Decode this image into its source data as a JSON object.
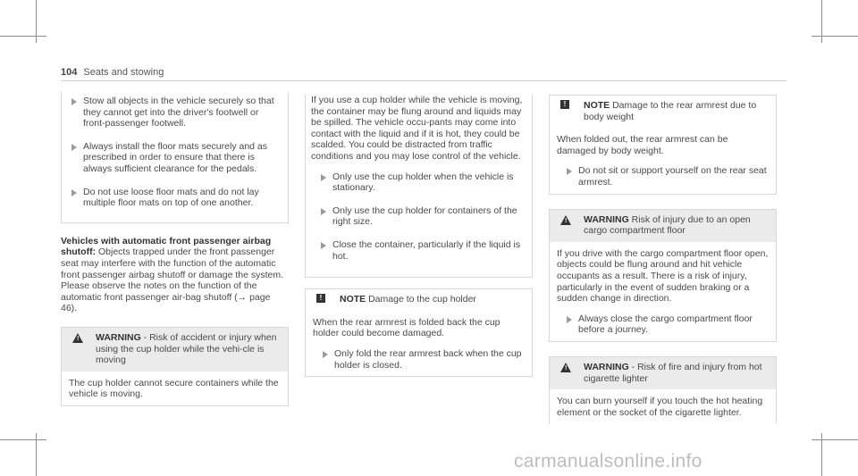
{
  "header": {
    "page_number": "104",
    "section": "Seats and stowing"
  },
  "col1": {
    "bullets": [
      "Stow all objects in the vehicle securely so that they cannot get into the driver's footwell or front-passenger footwell.",
      "Always install the floor mats securely and as prescribed in order to ensure that there is always sufficient clearance for the pedals.",
      "Do not use loose floor mats and do not lay multiple floor mats on top of one another."
    ],
    "section_title": "Vehicles with automatic front passenger airbag shutoff:",
    "section_text": "Objects trapped under the front passenger seat may interfere with the function of the automatic front passenger airbag shutoff or damage the system. Please observe the notes on the function of the automatic front passenger air-bag shutoff (→ page 46).",
    "warning": {
      "label": "WARNING",
      "title": "- Risk of accident or injury when using the cup holder while the vehi-cle is moving",
      "body": "The cup holder cannot secure containers while the vehicle is moving."
    }
  },
  "col2": {
    "intro": "If you use a cup holder while the vehicle is moving, the container may be flung around and liquids may be spilled. The vehicle occu-pants may come into contact with the liquid and if it is hot, they could be scalded. You could be distracted from traffic conditions and you may lose control of the vehicle.",
    "bullets": [
      "Only use the cup holder when the vehicle is stationary.",
      "Only use the cup holder for containers of the right size.",
      "Close the container, particularly if the liquid is hot."
    ],
    "note": {
      "label": "NOTE",
      "title": "Damage to the cup holder",
      "body": "When the rear armrest is folded back the cup holder could become damaged.",
      "bullet": "Only fold the rear armrest back when the cup holder is closed."
    }
  },
  "col3": {
    "note": {
      "label": "NOTE",
      "title": "Damage to the rear armrest due to body weight",
      "body": "When folded out, the rear armrest can be damaged by body weight.",
      "bullet": "Do not sit or support yourself on the rear seat armrest."
    },
    "warning1": {
      "label": "WARNING",
      "title": "Risk of injury due to an open cargo compartment floor",
      "body": "If you drive with the cargo compartment floor open, objects could be flung around and hit vehicle occupants as a result. There is a risk of injury, particularly in the event of sudden braking or a sudden change in direction.",
      "bullet": "Always close the cargo compartment floor before a journey."
    },
    "warning2": {
      "label": "WARNING",
      "title": "- Risk of fire and injury from hot cigarette lighter",
      "body": "You can burn yourself if you touch the hot heating element or the socket of the cigarette lighter."
    }
  },
  "watermark": "carmanualsonline.info"
}
